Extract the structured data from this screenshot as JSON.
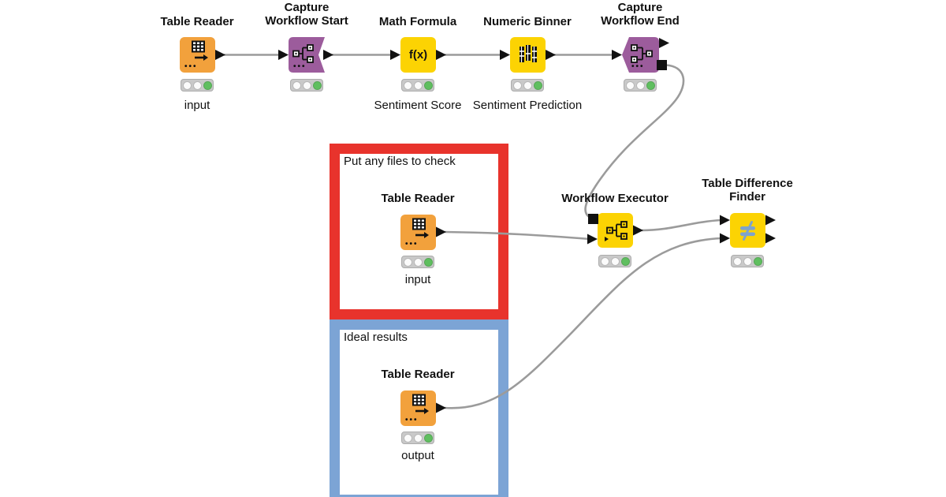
{
  "workflow": {
    "nodes": [
      {
        "name": "Table Reader",
        "custom_label": "input",
        "status": "executed"
      },
      {
        "name_line1": "Capture",
        "name_line2": "Workflow Start",
        "status": "executed"
      },
      {
        "name": "Math Formula",
        "custom_label": "Sentiment Score",
        "icon_text": "f(x)",
        "status": "executed"
      },
      {
        "name": "Numeric Binner",
        "custom_label": "Sentiment Prediction",
        "status": "executed"
      },
      {
        "name_line1": "Capture",
        "name_line2": "Workflow End",
        "status": "executed"
      },
      {
        "name": "Table Reader",
        "custom_label": "input",
        "status": "executed"
      },
      {
        "name": "Table Reader",
        "custom_label": "output",
        "status": "executed"
      },
      {
        "name": "Workflow Executor",
        "status": "executed"
      },
      {
        "name_line1": "Table Difference",
        "name_line2": "Finder",
        "status": "executed"
      }
    ],
    "annotations": [
      {
        "title": "Put any files to check"
      },
      {
        "title": "Ideal results"
      }
    ],
    "colors": {
      "node_orange": "#F2A13C",
      "node_purple": "#9C5C9C",
      "node_yellow": "#FCD303",
      "annotation_red": "#E8332C",
      "annotation_blue": "#7CA4D5",
      "icon_blue": "#7FA3CC",
      "status_green": "#5FBF5F",
      "wire_gray": "#9B9B9B",
      "port_black": "#111111"
    }
  }
}
